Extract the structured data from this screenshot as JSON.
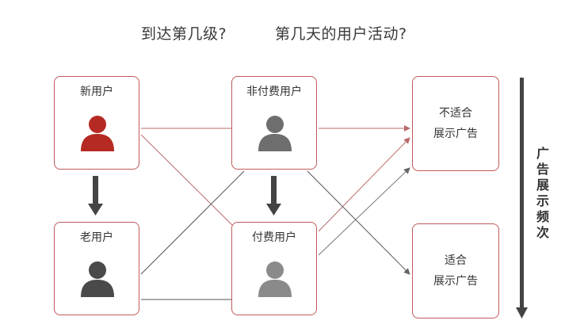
{
  "headline": {
    "question_level": "到达第几级?",
    "question_day": "第几天的用户活动?"
  },
  "nodes": {
    "new_user": {
      "label": "新用户",
      "icon": "user-icon",
      "color": "#b52a23"
    },
    "non_paying_user": {
      "label": "非付费用户",
      "icon": "user-icon",
      "color": "#6e6e6e"
    },
    "old_user": {
      "label": "老用户",
      "icon": "user-icon",
      "color": "#4a4a4a"
    },
    "paying_user": {
      "label": "付费用户",
      "icon": "user-icon",
      "color": "#8a8a8a"
    }
  },
  "targets": {
    "unsuitable": {
      "line1": "不适合",
      "line2": "展示广告"
    },
    "suitable": {
      "line1": "适合",
      "line2": "展示广告"
    }
  },
  "axis": {
    "label": "广告展示频次"
  },
  "colors": {
    "box_border": "#c05a5a",
    "connector": "#b86a6a",
    "arrow_dark": "#444444"
  }
}
